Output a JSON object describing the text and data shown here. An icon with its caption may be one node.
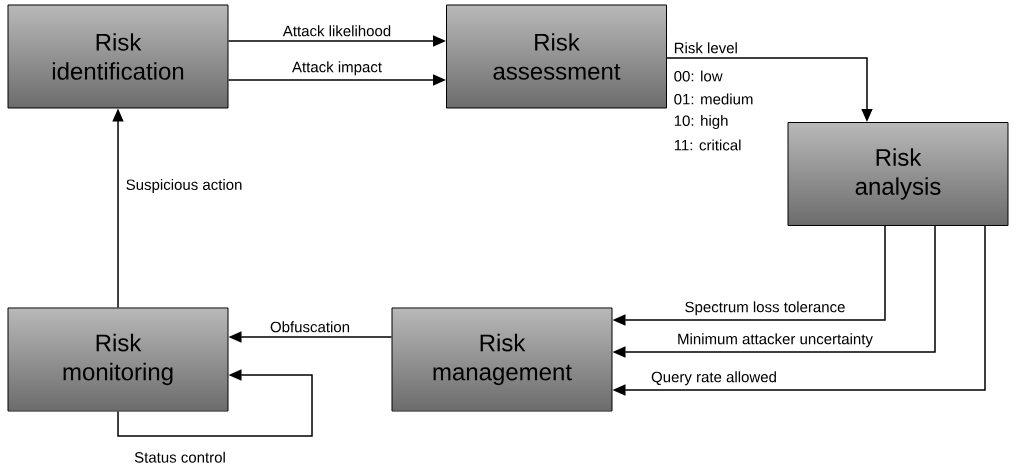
{
  "diagram": {
    "nodes": [
      {
        "text": [
          "Risk identification"
        ]
      },
      {
        "text": [
          "Risk assessment"
        ]
      },
      {
        "text": [
          "Risk analysis"
        ]
      },
      {
        "text": [
          "Risk management"
        ]
      },
      {
        "text": [
          "Risk monitoring"
        ]
      }
    ],
    "edges": [
      {
        "from": 0,
        "to": 1,
        "arrow": "to",
        "label": "Attack likelihood"
      },
      {
        "from": 0,
        "to": 1,
        "arrow": "to",
        "label": "Attack impact"
      },
      {
        "from": 1,
        "to": 2,
        "arrow": "to",
        "label": "Risk level"
      },
      {
        "from": 2,
        "to": 3,
        "arrow": "to",
        "label": "Spectrum loss tolerance"
      },
      {
        "from": 2,
        "to": 3,
        "arrow": "to",
        "label": "Minimum attacker uncertainty"
      },
      {
        "from": 2,
        "to": 3,
        "arrow": "to",
        "label": "Query rate allowed"
      },
      {
        "from": 3,
        "to": 4,
        "arrow": "to",
        "label": "Obfuscation"
      },
      {
        "from": 4,
        "to": 0,
        "arrow": "to",
        "label": "Suspicious action"
      },
      {
        "from": 4,
        "to": 4,
        "arrow": "to",
        "label": "Status control"
      }
    ],
    "labels": [
      "00: low",
      "01: medium",
      "10: high",
      "11: critical"
    ]
  }
}
